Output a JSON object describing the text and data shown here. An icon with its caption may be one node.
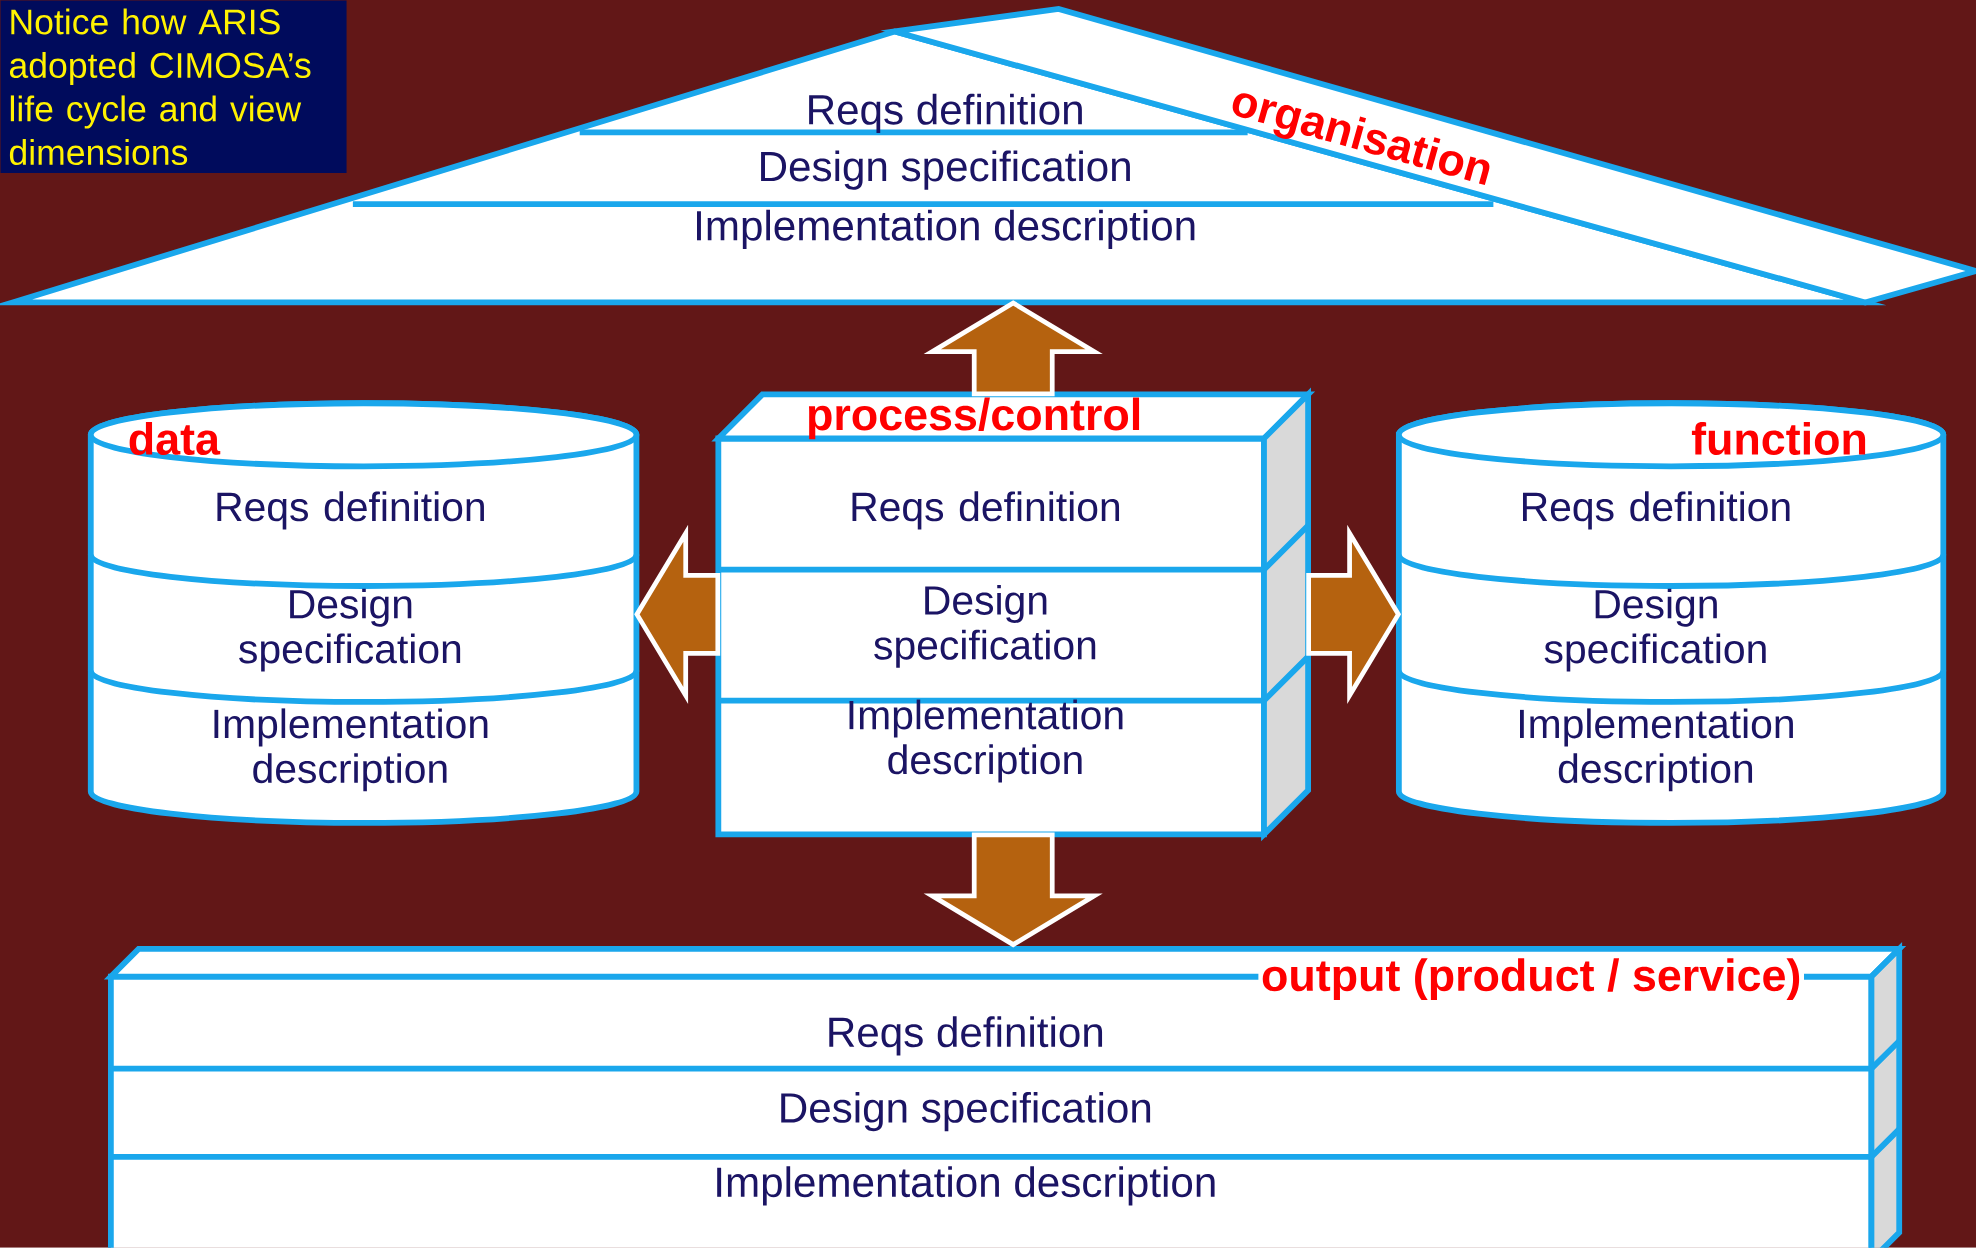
{
  "diagram": {
    "nodes": [
      {
        "text": [
          "Notice how ARIS adopted CIMOSA’s life cycle and view dimensions"
        ]
      },
      {
        "text": [
          "organisation"
        ]
      },
      {
        "text": [
          "Reqs definition"
        ],
        "in": 1
      },
      {
        "text": [
          "Design specification"
        ],
        "in": 1
      },
      {
        "text": [
          "Implementation description"
        ],
        "in": 1
      },
      {
        "text": [
          "data"
        ]
      },
      {
        "text": [
          "Reqs definition"
        ],
        "in": 5
      },
      {
        "text": [
          "Design specification"
        ],
        "in": 5
      },
      {
        "text": [
          "Implementation description"
        ],
        "in": 5
      },
      {
        "text": [
          "process/control"
        ]
      },
      {
        "text": [
          "Reqs definition"
        ],
        "in": 9
      },
      {
        "text": [
          "Design specification"
        ],
        "in": 9
      },
      {
        "text": [
          "Implementation description"
        ],
        "in": 9
      },
      {
        "text": [
          "function"
        ]
      },
      {
        "text": [
          "Reqs definition"
        ],
        "in": 13
      },
      {
        "text": [
          "Design specification"
        ],
        "in": 13
      },
      {
        "text": [
          "Implementation description"
        ],
        "in": 13
      },
      {
        "text": [
          "output (product / service)"
        ]
      },
      {
        "text": [
          "Reqs definition"
        ],
        "in": 17
      },
      {
        "text": [
          "Design specification"
        ],
        "in": 17
      },
      {
        "text": [
          "Implementation description"
        ],
        "in": 17
      }
    ],
    "edges": [
      {
        "from": 9,
        "to": 1,
        "arrow": "to"
      },
      {
        "from": 9,
        "to": 5,
        "arrow": "to"
      },
      {
        "from": 9,
        "to": 13,
        "arrow": "to"
      },
      {
        "from": 9,
        "to": 17,
        "arrow": "to"
      }
    ]
  }
}
